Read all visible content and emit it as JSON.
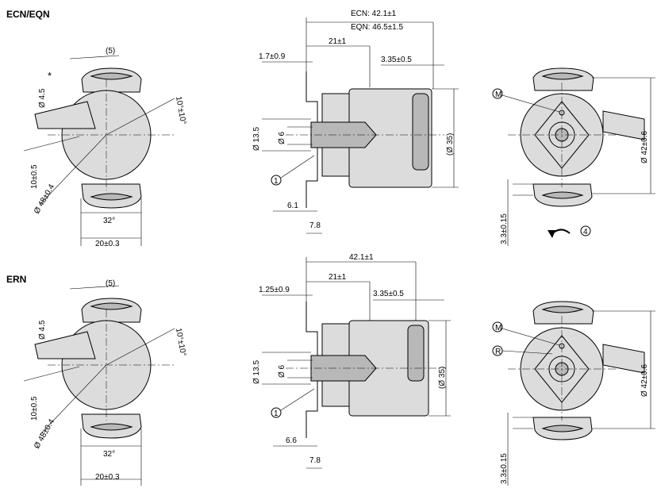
{
  "sections": [
    {
      "heading": "ECN/EQN"
    },
    {
      "heading": "ERN"
    }
  ],
  "ecn": {
    "front": {
      "d5": "(5)",
      "star": "*",
      "d45": "Ø 4.5",
      "angle": "10°±10°",
      "r10": "10±0.5",
      "d48": "Ø 48±0.4",
      "a32": "32°",
      "w20": "20±0.3"
    },
    "side": {
      "ecn_len": "ECN: 42.1±1",
      "eqn_len": "EQN: 46.5±1.5",
      "d21": "21±1",
      "d17": "1.7±0.9",
      "d335": "3.35±0.5",
      "d135": "Ø 13.5",
      "d6": "Ø 6",
      "d35": "(Ø 35)",
      "c1": "1",
      "d61": "6.1",
      "d78": "7.8"
    },
    "back": {
      "m": "M",
      "d42": "Ø 42±0.6",
      "d33": "3.3±0.15",
      "c4": "4"
    }
  },
  "ern": {
    "front": {
      "d5": "(5)",
      "d45": "Ø 4.5",
      "angle": "10°±10°",
      "r10": "10±0.5",
      "d48": "Ø 48±0.4",
      "a32": "32°",
      "w20": "20±0.3"
    },
    "side": {
      "len": "42.1±1",
      "d21": "21±1",
      "d125": "1.25±0.9",
      "d335": "3.35±0.5",
      "d135": "Ø 13.5",
      "d6": "Ø 6",
      "d35": "(Ø 35)",
      "c1": "1",
      "d66": "6.6",
      "d78": "7.8"
    },
    "back": {
      "m": "M",
      "r": "R",
      "d42": "Ø 42±0.6",
      "d33": "3.3±0.15"
    }
  }
}
